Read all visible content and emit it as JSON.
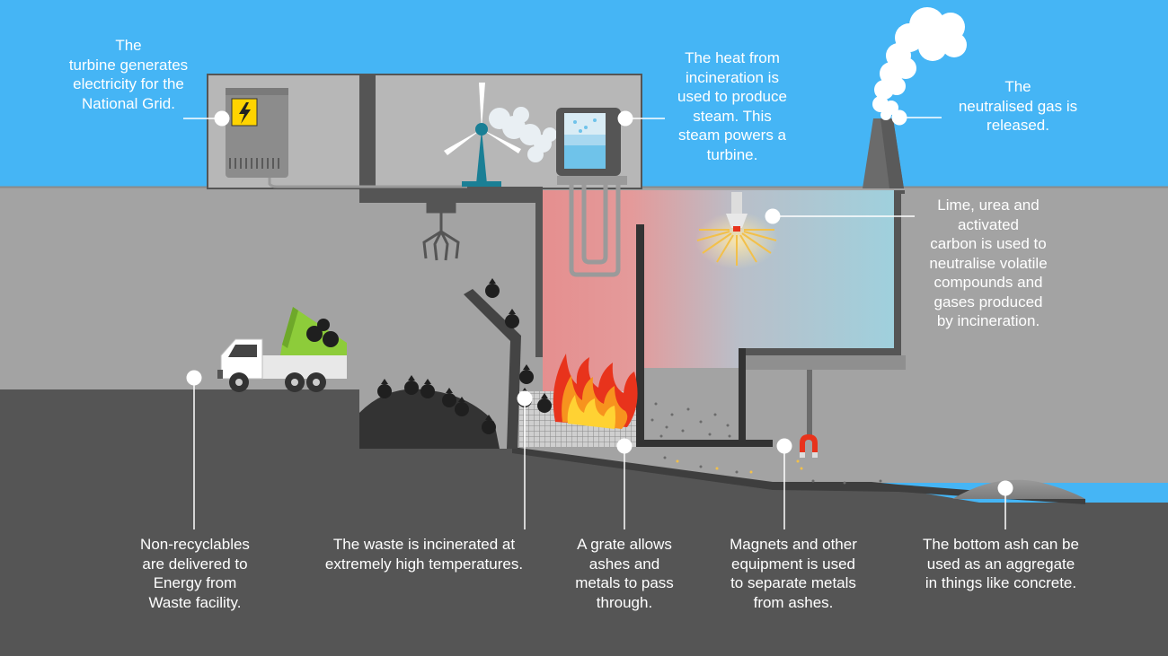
{
  "colors": {
    "sky": "#45b5f5",
    "ground_mid": "#a3a3a3",
    "ground_low": "#555555",
    "building": "#b5b5b5",
    "wall": "#555555",
    "furnace_hot": "#e58f8f",
    "furnace_cool": "#9ed1de",
    "truck_bin": "#8dcc3a",
    "waste_pile": "#333333",
    "flame_red": "#e8331c",
    "flame_orange": "#f7931e",
    "flame_yellow": "#ffd233",
    "marker": "#ffffff"
  },
  "icons": [
    "electric-generator-icon",
    "wind-turbine-icon",
    "boiler-icon",
    "chimney-icon",
    "smoke-cloud-icon",
    "lime-sprayer-icon",
    "grab-claw-icon",
    "dump-truck-icon",
    "waste-bag-icon",
    "fire-icon",
    "grate-icon",
    "magnet-icon",
    "ash-pile-icon"
  ],
  "labels": {
    "turbine": [
      "The",
      "turbine generates",
      "electricity for the",
      "National Grid."
    ],
    "steam": [
      "The heat from",
      "incineration is",
      "used to produce",
      "steam. This",
      "steam powers a",
      "turbine."
    ],
    "gas_release": [
      "The",
      "neutralised gas is",
      "released."
    ],
    "neutralise": [
      "Lime, urea and",
      "activated",
      "carbon is used to",
      "neutralise volatile",
      "compounds and",
      "gases produced",
      "by incineration."
    ],
    "delivery": [
      "Non-recyclables",
      "are delivered to",
      "Energy from",
      "Waste facility."
    ],
    "incinerate": [
      "The waste is incinerated at",
      "extremely high temperatures."
    ],
    "grate": [
      "A grate allows",
      "ashes and",
      "metals to pass",
      "through."
    ],
    "magnets": [
      "Magnets and other",
      "equipment is used",
      "to separate metals",
      "from ashes."
    ],
    "bottom_ash": [
      "The bottom ash can be",
      "used as an aggregate",
      "in things like concrete."
    ]
  }
}
